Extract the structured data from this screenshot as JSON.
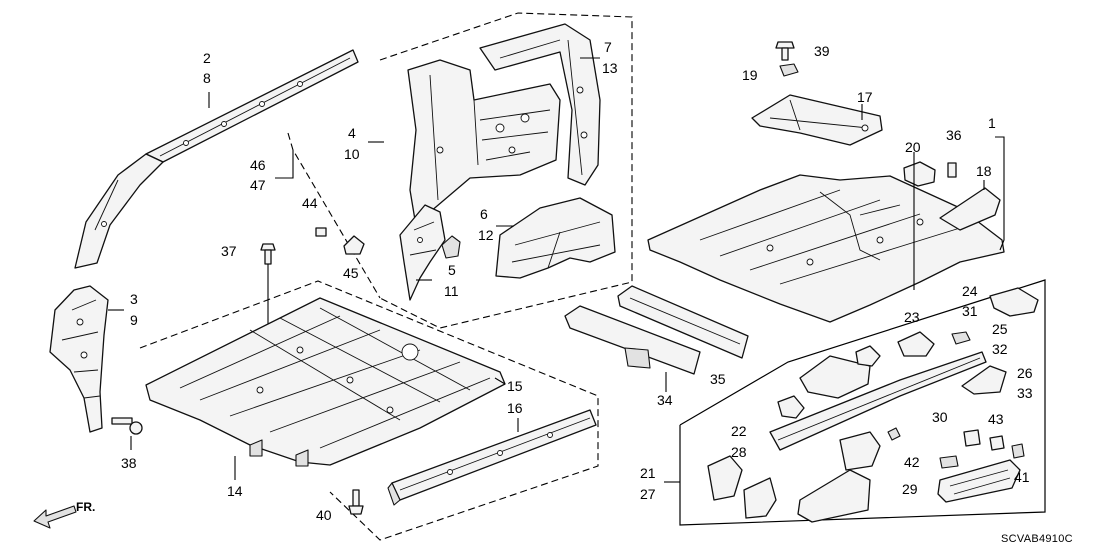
{
  "diagram": {
    "code": "SCVAB4910C",
    "direction_label": "FR.",
    "callouts": [
      "2",
      "8",
      "39",
      "19",
      "7",
      "13",
      "17",
      "4",
      "10",
      "46",
      "47",
      "36",
      "1",
      "20",
      "18",
      "44",
      "6",
      "12",
      "37",
      "5",
      "11",
      "45",
      "3",
      "9",
      "15",
      "16",
      "35",
      "34",
      "24",
      "31",
      "23",
      "25",
      "32",
      "26",
      "33",
      "14",
      "38",
      "40",
      "22",
      "28",
      "30",
      "43",
      "21",
      "27",
      "42",
      "41",
      "29"
    ]
  }
}
